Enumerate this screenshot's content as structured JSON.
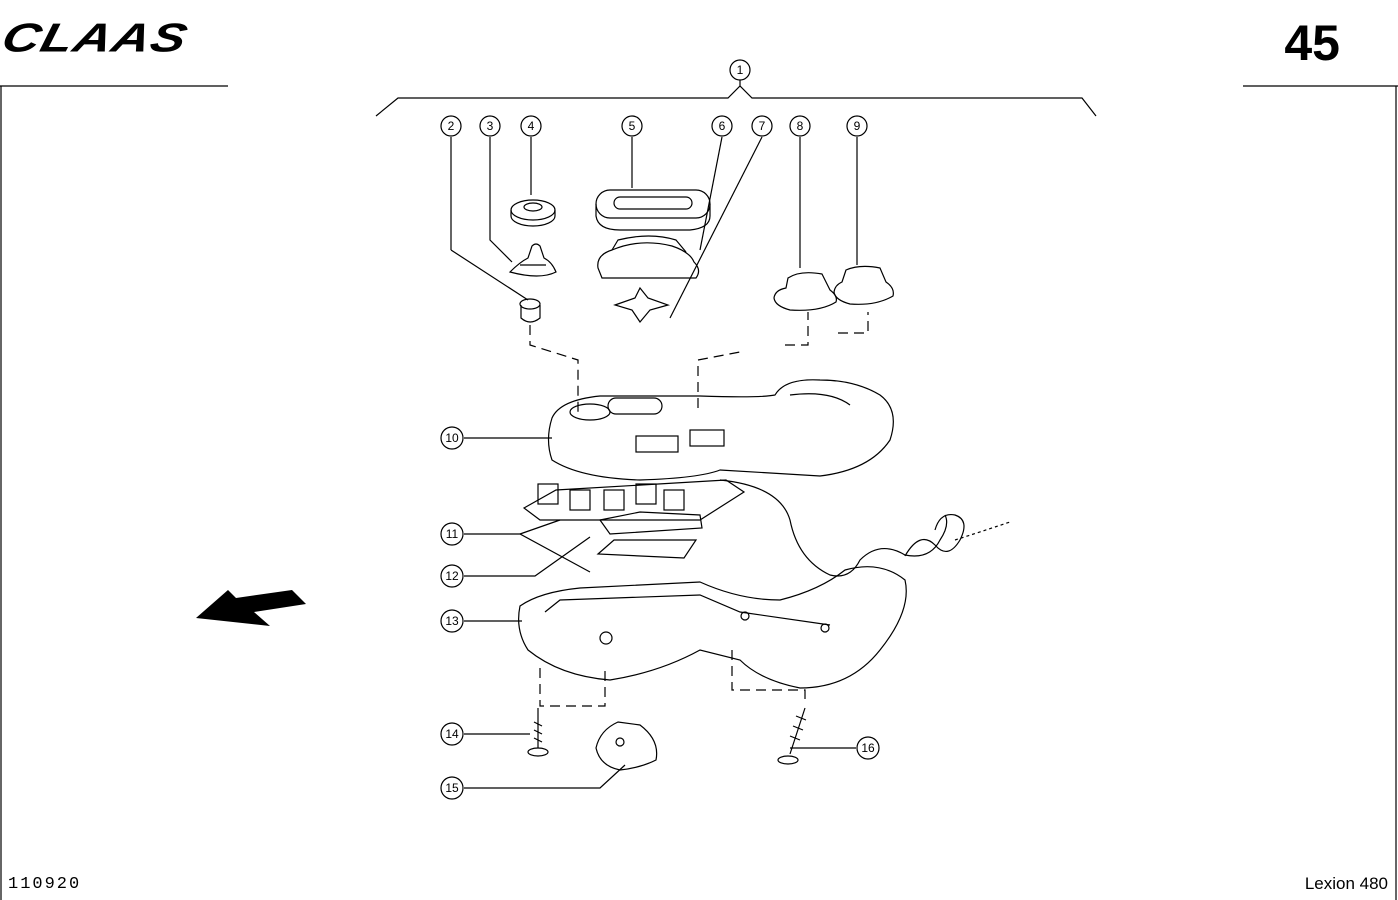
{
  "header": {
    "brand_logo": "CLAAS",
    "page_number": "45"
  },
  "footer": {
    "drawing_code": "110920",
    "model": "Lexion 480"
  },
  "callouts": [
    "1",
    "2",
    "3",
    "4",
    "5",
    "6",
    "7",
    "8",
    "9",
    "10",
    "11",
    "12",
    "13",
    "14",
    "15",
    "16"
  ],
  "colors": {
    "ink": "#000000",
    "background": "#ffffff"
  },
  "icons": {
    "direction_arrow": "arrow-left-down-icon"
  }
}
